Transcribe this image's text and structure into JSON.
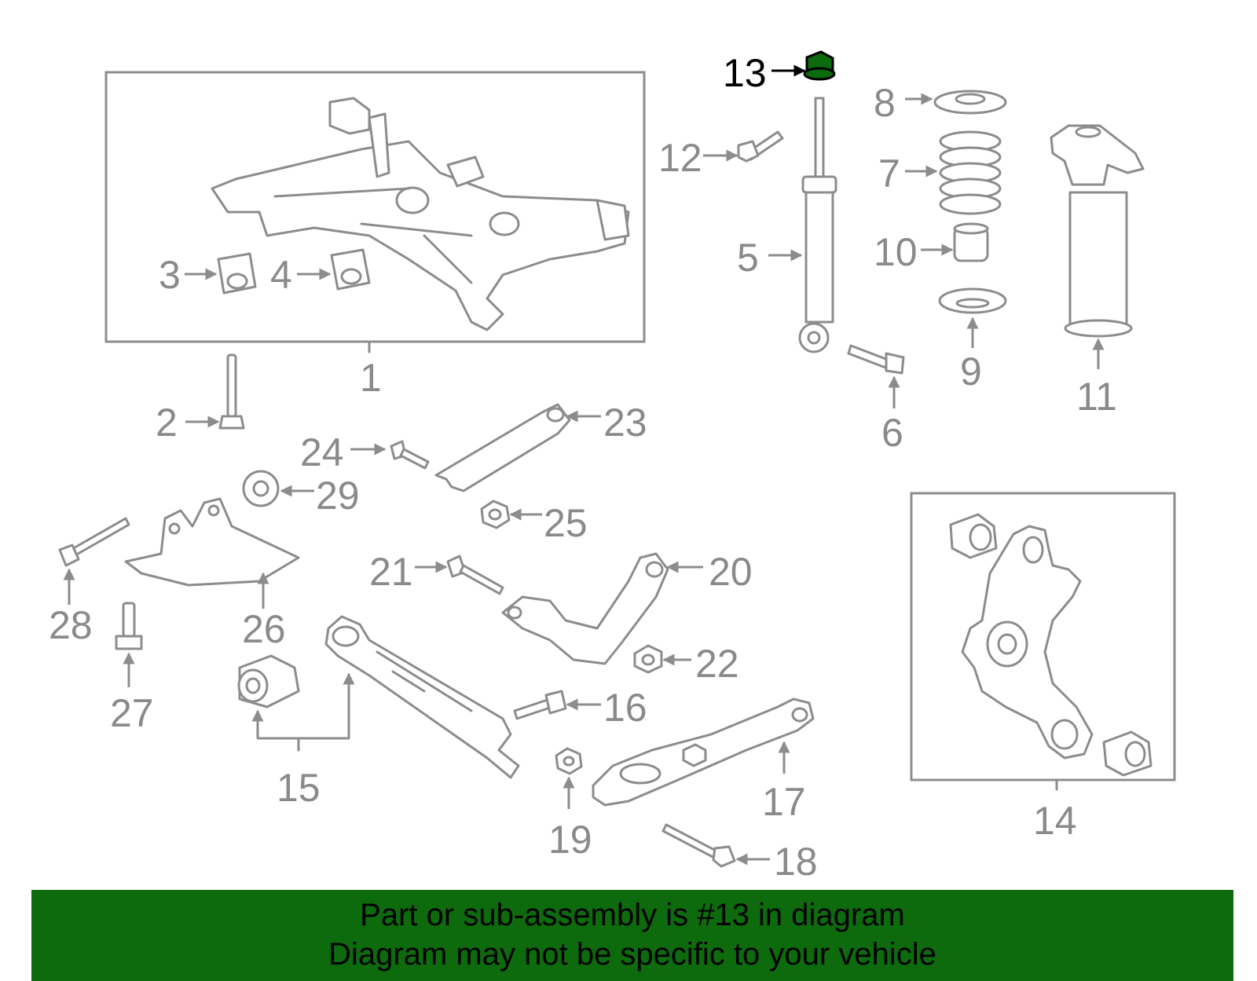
{
  "callouts": {
    "c1": "1",
    "c2": "2",
    "c3": "3",
    "c4": "4",
    "c5": "5",
    "c6": "6",
    "c7": "7",
    "c8": "8",
    "c9": "9",
    "c10": "10",
    "c11": "11",
    "c12": "12",
    "c13": "13",
    "c14": "14",
    "c15": "15",
    "c16": "16",
    "c17": "17",
    "c18": "18",
    "c19": "19",
    "c20": "20",
    "c21": "21",
    "c22": "22",
    "c23": "23",
    "c24": "24",
    "c25": "25",
    "c26": "26",
    "c27": "27",
    "c28": "28",
    "c29": "29"
  },
  "highlighted_part": "13",
  "colors": {
    "highlight": "#0d6a0d",
    "line": "#8c8c8c",
    "banner": "#0d6a0d"
  },
  "banner": {
    "line1": "Part or sub-assembly is #13 in diagram",
    "line2": "Diagram may not be specific to your vehicle"
  }
}
